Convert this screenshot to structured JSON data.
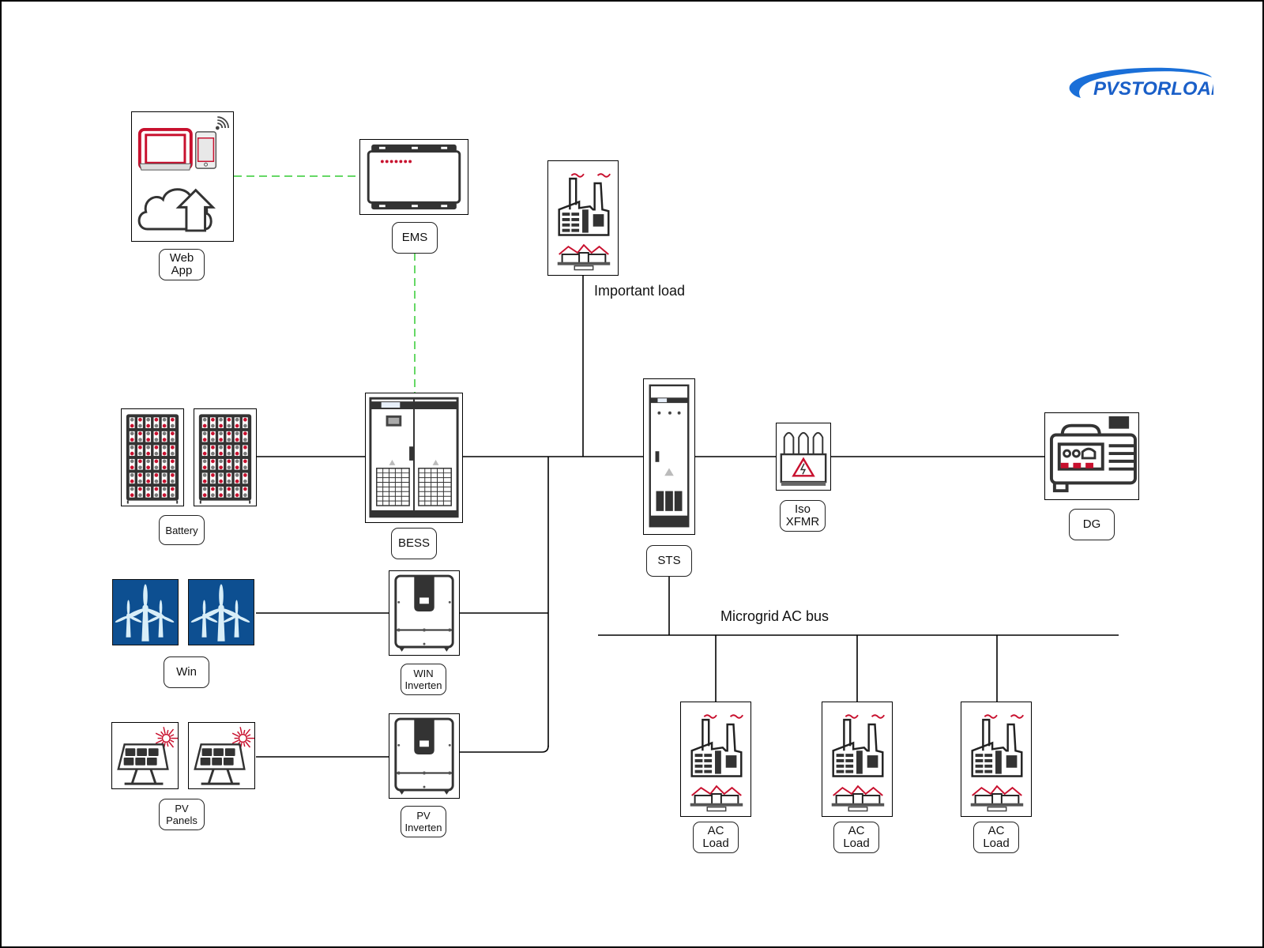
{
  "brand": {
    "name": "PVSTORLOAD",
    "color": "#1a5fc8"
  },
  "colors": {
    "wire": "#000000",
    "comm_link": "#33cc33",
    "accent_red": "#c8102e",
    "wind_bg": "#0d4f91",
    "device_dark": "#333333"
  },
  "components": {
    "web_app": {
      "label_line1": "Web",
      "label_line2": "App"
    },
    "ems": {
      "label": "EMS"
    },
    "important_load": {
      "label": "Important load"
    },
    "battery": {
      "label": "Battery"
    },
    "bess": {
      "label": "BESS"
    },
    "sts": {
      "label": "STS"
    },
    "iso_xfmr": {
      "label_line1": "Iso",
      "label_line2": "XFMR"
    },
    "dg": {
      "label": "DG"
    },
    "wind": {
      "label": "Win"
    },
    "win_inverter": {
      "label_line1": "WIN",
      "label_line2": "Inverten"
    },
    "pv_panels": {
      "label_line1": "PV",
      "label_line2": "Panels"
    },
    "pv_inverter": {
      "label_line1": "PV",
      "label_line2": "Inverten"
    },
    "ac_bus": {
      "label": "Microgrid AC bus"
    },
    "ac_loads": [
      {
        "label_line1": "AC",
        "label_line2": "Load"
      },
      {
        "label_line1": "AC",
        "label_line2": "Load"
      },
      {
        "label_line1": "AC",
        "label_line2": "Load"
      }
    ]
  }
}
